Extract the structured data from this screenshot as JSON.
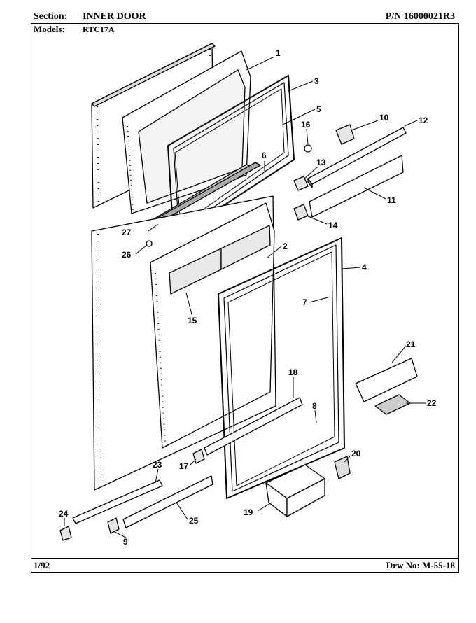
{
  "header": {
    "section_label": "Section:",
    "section_value": "INNER DOOR",
    "pn": "P/N 16000021R3",
    "models_label": "Models:",
    "models_value": "RTC17A"
  },
  "footer": {
    "date": "1/92",
    "drawing_no": "Drw No: M-55-18"
  },
  "callouts": [
    "1",
    "2",
    "3",
    "4",
    "5",
    "6",
    "7",
    "8",
    "9",
    "10",
    "11",
    "12",
    "13",
    "14",
    "15",
    "16",
    "17",
    "18",
    "19",
    "20",
    "21",
    "22",
    "23",
    "24",
    "25",
    "26",
    "27"
  ]
}
